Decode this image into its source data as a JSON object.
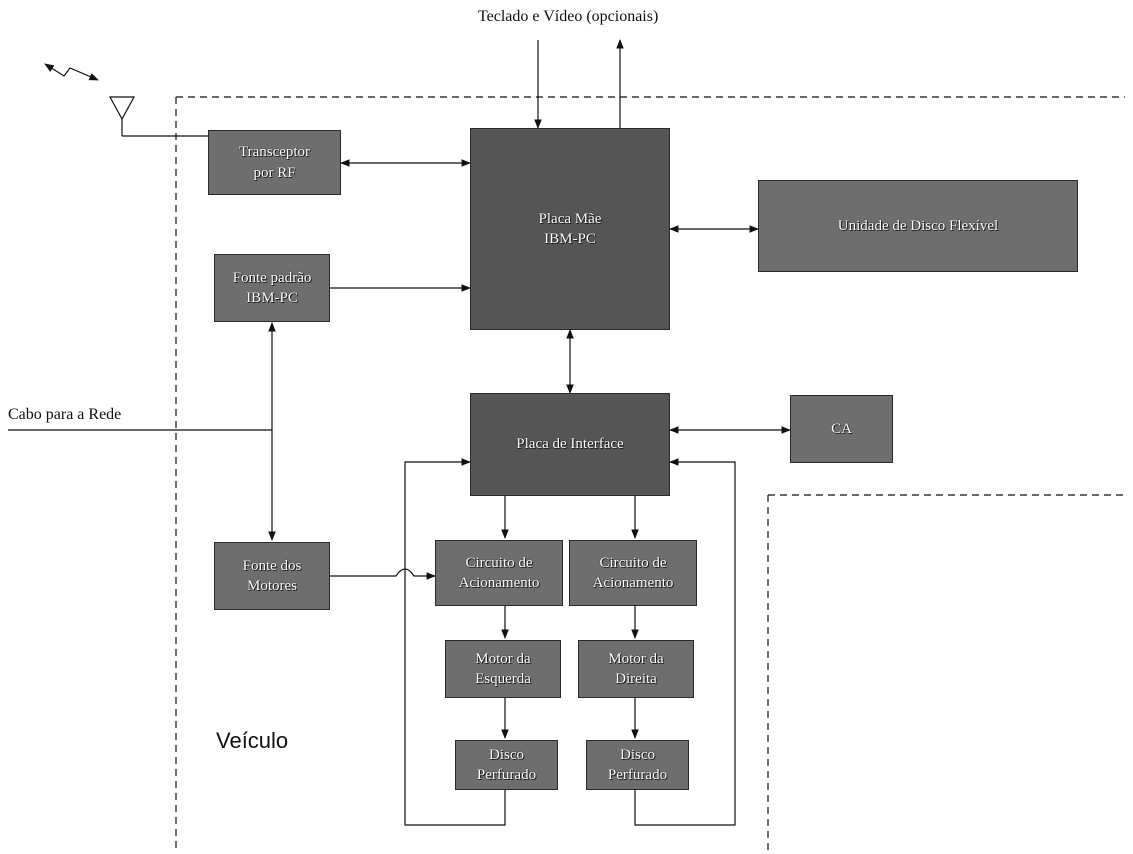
{
  "labels": {
    "top_input": "Teclado e Vídeo (opcionais)",
    "network_cable": "Cabo para a Rede",
    "vehicle": "Veículo"
  },
  "blocks": {
    "transceiver": [
      "Transceptor",
      "por RF"
    ],
    "mother_board": [
      "Placa Mãe",
      "IBM-PC"
    ],
    "floppy_unit": [
      "Unidade de Disco Flexível"
    ],
    "power_supply_pc": [
      "Fonte padrão",
      "IBM-PC"
    ],
    "interface_board": [
      "Placa de Interface"
    ],
    "ca_unit": [
      "CA"
    ],
    "motor_power_supply": [
      "Fonte dos",
      "Motores"
    ],
    "drive_circuit_left": [
      "Circuito de",
      "Acionamento"
    ],
    "drive_circuit_right": [
      "Circuito de",
      "Acionamento"
    ],
    "motor_left": [
      "Motor da",
      "Esquerda"
    ],
    "motor_right": [
      "Motor da",
      "Direita"
    ],
    "disk_left": [
      "Disco",
      "Perfurado"
    ],
    "disk_right": [
      "Disco",
      "Perfurado"
    ]
  },
  "colors": {
    "block_fill": "#6e6e6e",
    "line": "#111111"
  },
  "icons": [
    "antenna-icon",
    "radio-signal-icon"
  ]
}
